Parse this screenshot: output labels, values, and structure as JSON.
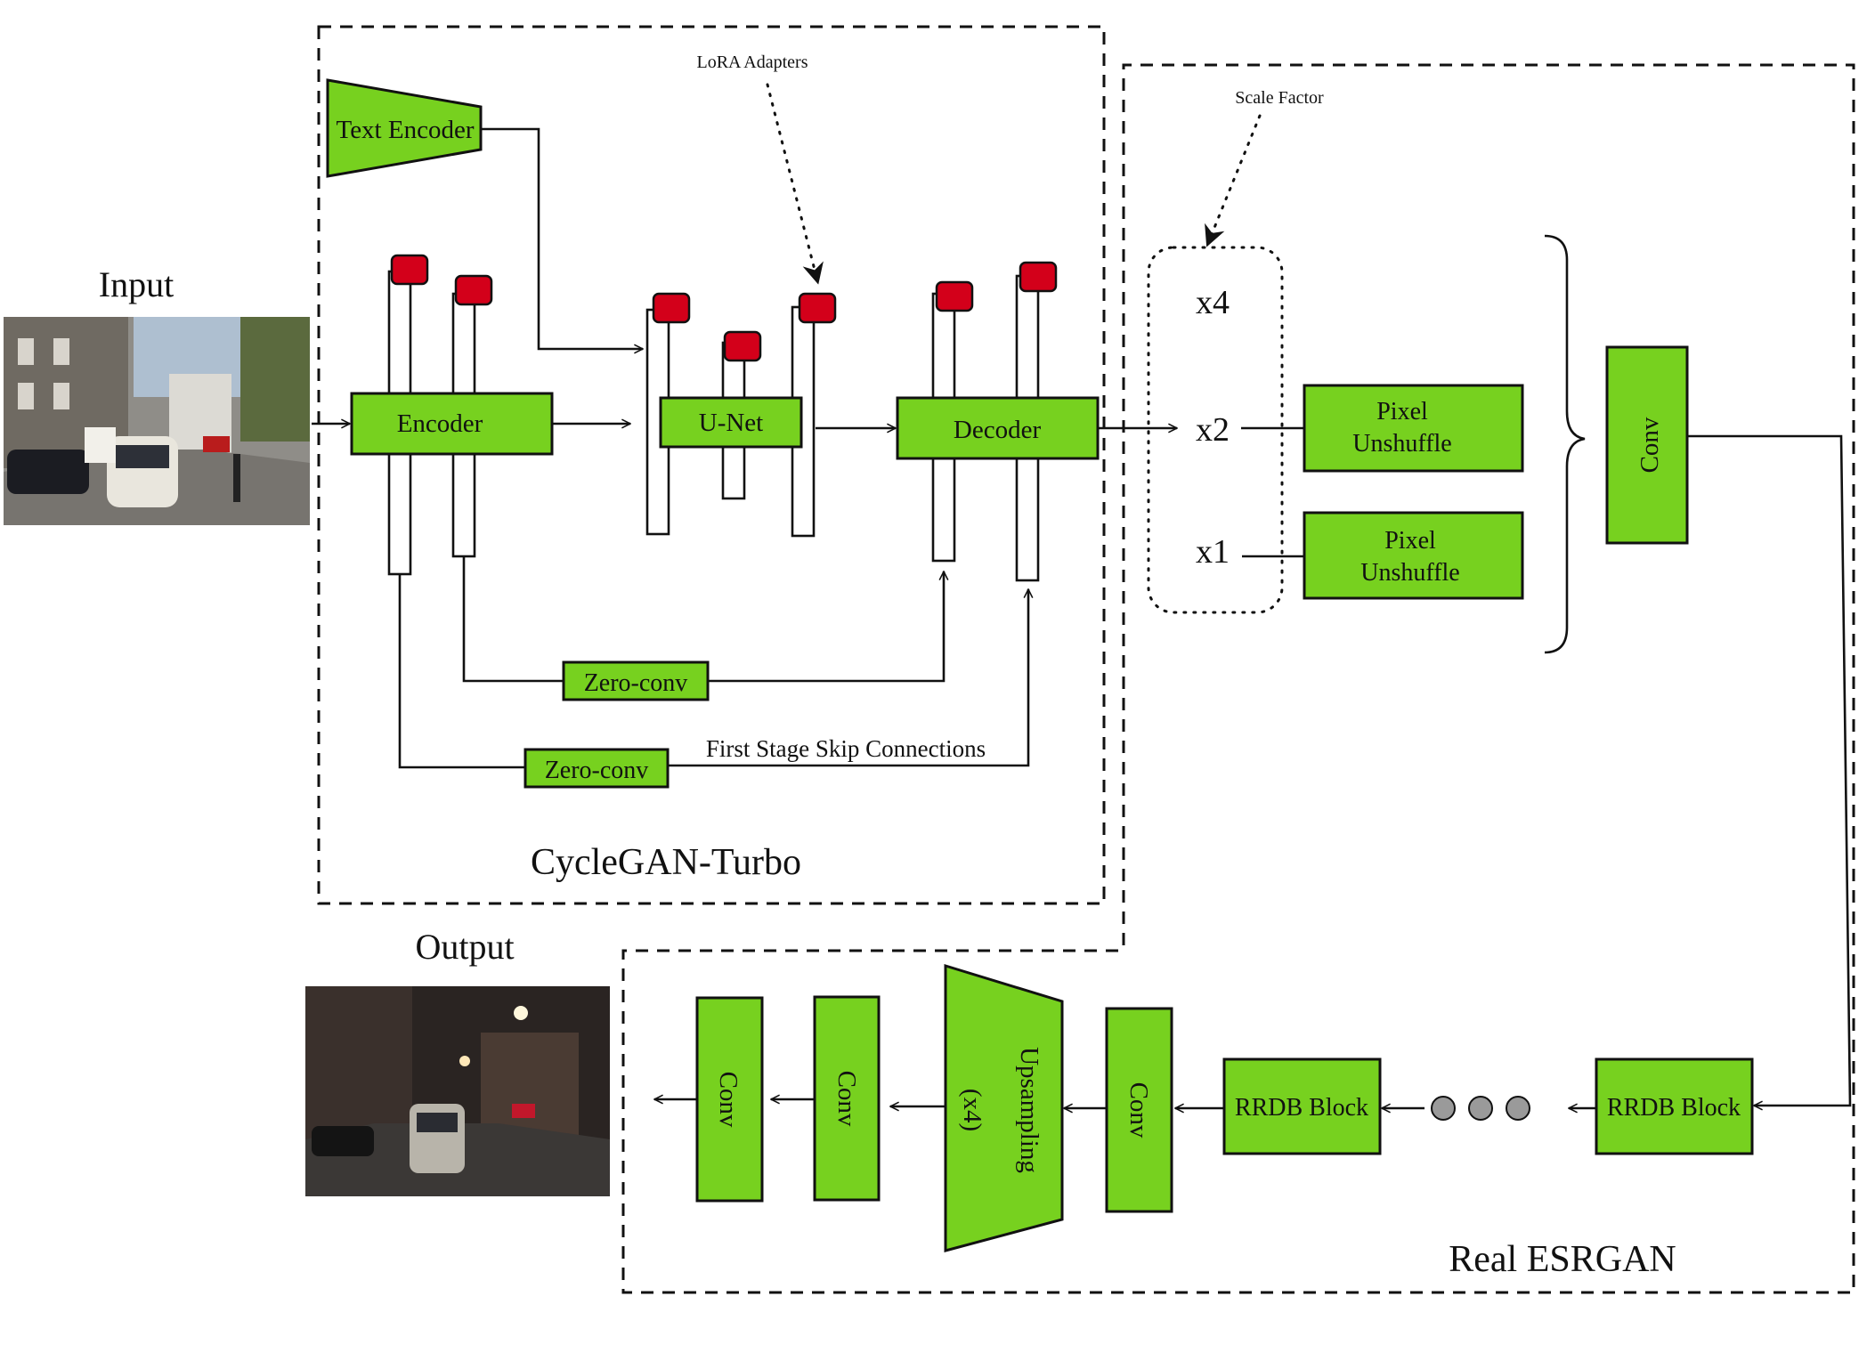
{
  "input_label": "Input",
  "output_label": "Output",
  "cyclegan": {
    "title": "CycleGAN-Turbo",
    "text_encoder": "Text Encoder",
    "encoder": "Encoder",
    "unet": "U-Net",
    "decoder": "Decoder",
    "zero_conv": "Zero-conv",
    "lora_adapters": "LoRA Adapters",
    "skip_caption": "First Stage Skip Connections"
  },
  "esrgan": {
    "title": "Real ESRGAN",
    "scale_factor": "Scale Factor",
    "scales": [
      "x4",
      "x2",
      "x1"
    ],
    "pixel_unshuffle": [
      "Pixel",
      "Unshuffle"
    ],
    "conv": "Conv",
    "rrdb_block": "RRDB Block",
    "upsampling": "Upsampling",
    "upsampling_factor": "(x4)"
  },
  "colors": {
    "block_fill": "#77d11f",
    "lora_fill": "#d3001a",
    "stroke": "#111111"
  }
}
